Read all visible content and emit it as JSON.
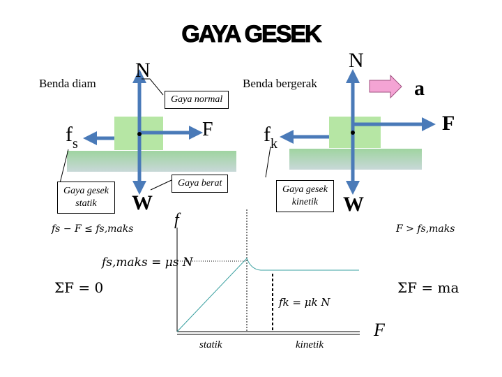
{
  "title": "GAYA GESEK",
  "left": {
    "heading": "Benda diam",
    "normal_force": "N",
    "normal_label": "Gaya normal",
    "applied_force": "F",
    "friction_symbol": "f",
    "friction_sub": "s",
    "friction_label_1": "Gaya gesek",
    "friction_label_2": "statik",
    "weight": "W",
    "weight_label": "Gaya berat"
  },
  "right": {
    "heading": "Benda bergerak",
    "normal_force": "N",
    "accel": "a",
    "applied_force": "F",
    "friction_symbol": "f",
    "friction_sub": "k",
    "friction_label_1": "Gaya gesek",
    "friction_label_2": "kinetik",
    "weight": "W"
  },
  "equations": {
    "static_condition": "fs − F ≤ fs,maks",
    "static_max": "fs,maks = μs N",
    "sum_static": "ΣF = 0",
    "kinetic_condition": "F > fs,maks",
    "kinetic": "fk = μk N",
    "sum_kinetic": "ΣF = ma"
  },
  "graph": {
    "y_label": "f",
    "x_label": "F",
    "region_static": "statik",
    "region_kinetic": "kinetik"
  },
  "colors": {
    "arrow": "#4a7ab8",
    "block": "#b6e6a4",
    "surface": "#a9cdb0",
    "accel_arrow": "#f4a4d4"
  }
}
